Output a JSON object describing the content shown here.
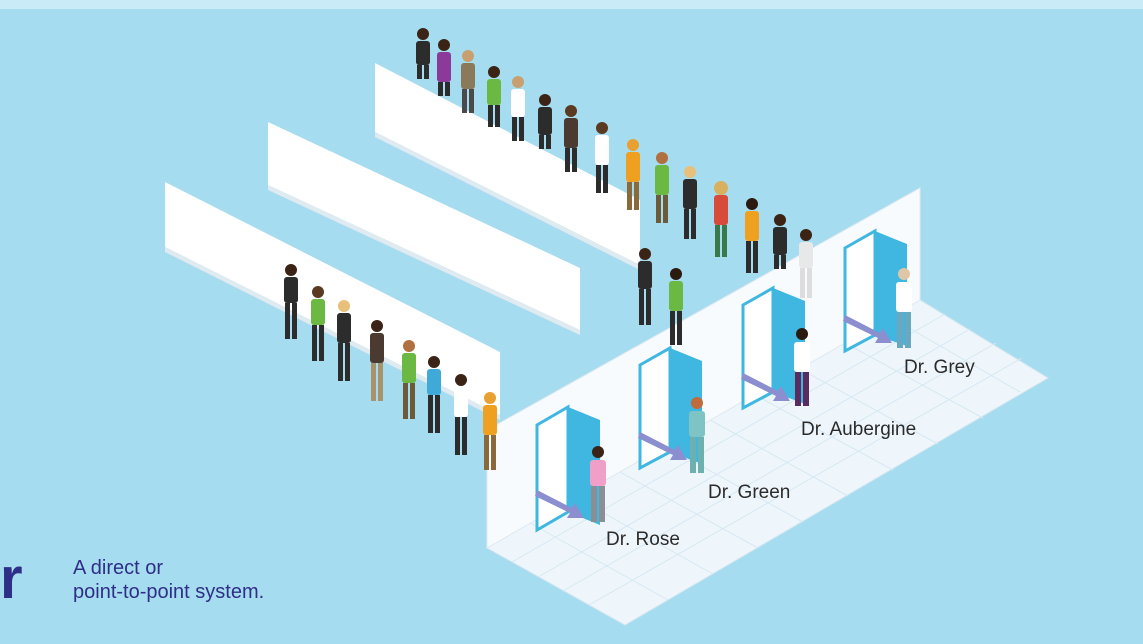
{
  "legend": {
    "letter": "r",
    "caption_line1": "A direct or",
    "caption_line2": "point-to-point system."
  },
  "doctors": [
    {
      "name": "Dr. Rose",
      "shirt": "#f0a0c8"
    },
    {
      "name": "Dr. Green",
      "shirt": "#7fc4c4"
    },
    {
      "name": "Dr. Aubergine",
      "shirt": "#ffffff"
    },
    {
      "name": "Dr. Grey",
      "shirt": "#ffffff"
    }
  ],
  "colors": {
    "background": "#a6dcef",
    "wall": "#ffffff",
    "wall_shade": "#e9f1f6",
    "floor": "#eef6fb",
    "door_blue": "#3fb7e0",
    "arrow": "#8c8fcf",
    "accent": "#2e2f86"
  }
}
